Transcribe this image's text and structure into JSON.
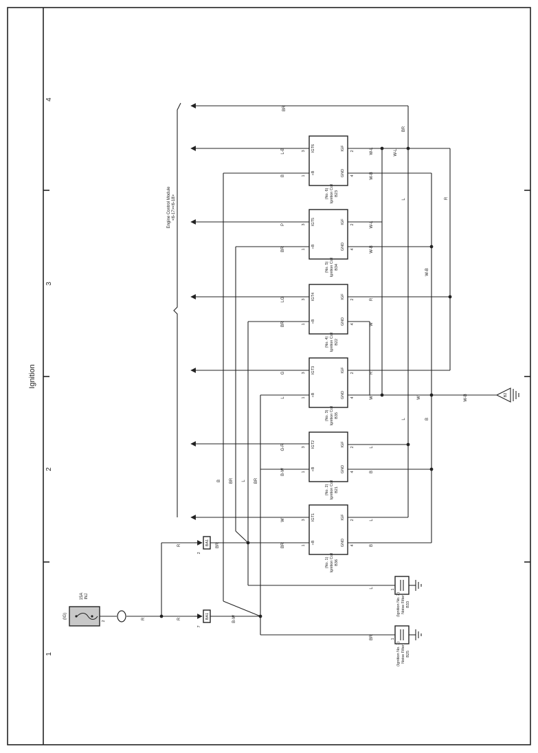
{
  "page": {
    "title": "Ignition",
    "grid_numbers": [
      "1",
      "2",
      "3",
      "4"
    ]
  },
  "ecm": {
    "label": "Engine Control Module",
    "ref": "<6-17><6-18>"
  },
  "fuse": {
    "circuit": "(IG)",
    "rating": "15A",
    "name": "INJ",
    "pin": "2"
  },
  "connectors": [
    {
      "id": "BA1",
      "pin": "2",
      "wire": "R"
    },
    {
      "id": "BA1",
      "pin": "7",
      "wire": "R"
    }
  ],
  "coils": [
    {
      "ref": "B36",
      "name": "Ignition Coil",
      "no": "(No. 1)",
      "pin_b": "+B",
      "pin_igt": "IGT1",
      "pin_gnd": "GND",
      "pin_igf": "IGF",
      "n1": "1",
      "n3": "3",
      "n4": "4",
      "n2": "2",
      "w_b": "BR",
      "w_igt": "W",
      "w_gnd": "B",
      "w_igf": "L"
    },
    {
      "ref": "B21",
      "name": "Ignition Coil",
      "no": "(No. 2)",
      "pin_b": "+B",
      "pin_igt": "IGT2",
      "pin_gnd": "GND",
      "pin_igf": "IGF",
      "n1": "1",
      "n3": "3",
      "n4": "4",
      "n2": "2",
      "w_b": "B-W",
      "w_igt": "G-R",
      "w_gnd": "B",
      "w_igf": "L"
    },
    {
      "ref": "B35",
      "name": "Ignition Coil",
      "no": "(No. 3)",
      "pin_b": "+B",
      "pin_igt": "IGT3",
      "pin_gnd": "GND",
      "pin_igf": "IGF",
      "n1": "1",
      "n3": "3",
      "n4": "4",
      "n2": "2",
      "w_b": "L",
      "w_igt": "G",
      "w_gnd": "W",
      "w_igf": "R"
    },
    {
      "ref": "B22",
      "name": "Ignition Coil",
      "no": "(No. 4)",
      "pin_b": "+B",
      "pin_igt": "IGT4",
      "pin_gnd": "GND",
      "pin_igf": "IGF",
      "n1": "1",
      "n3": "3",
      "n4": "4",
      "n2": "2",
      "w_b": "BR",
      "w_igt": "LG",
      "w_gnd": "W",
      "w_igf": "R"
    },
    {
      "ref": "B34",
      "name": "Ignition Coil",
      "no": "(No. 5)",
      "pin_b": "+B",
      "pin_igt": "IGT5",
      "pin_gnd": "GND",
      "pin_igf": "IGF",
      "n1": "1",
      "n3": "3",
      "n4": "4",
      "n2": "2",
      "w_b": "BR",
      "w_igt": "P",
      "w_gnd": "W-B",
      "w_igf": "W-L"
    },
    {
      "ref": "B23",
      "name": "Ignition Coil",
      "no": "(No. 6)",
      "pin_b": "+B",
      "pin_igt": "IGT6",
      "pin_gnd": "GND",
      "pin_igf": "IGF",
      "n1": "1",
      "n3": "3",
      "n4": "4",
      "n2": "2",
      "w_b": "B",
      "w_igt": "L-B",
      "w_gnd": "W-B",
      "w_igf": "W-L"
    }
  ],
  "noise_filters": [
    {
      "ref": "B25",
      "name": "Noise Filter",
      "sub": "(Ignition No. 1)",
      "pin": "1",
      "wire": "BR"
    },
    {
      "ref": "B33",
      "name": "Noise Filter",
      "sub": "(Ignition No. 2)",
      "pin": "1",
      "wire": "L"
    }
  ],
  "ground": {
    "id": "B2"
  },
  "wire_labels": {
    "top_br": "BR",
    "v_br": "BR",
    "igf_wl": "W-L",
    "v_l_upper": "L",
    "v_r": "R",
    "v_wb": "W-B",
    "v_l_lower": "L",
    "v_b": "B",
    "main_wb": "W-B",
    "w_short": "W",
    "fuse_r": "R",
    "conn_r": "R",
    "split_br": "BR",
    "split_bw": "B-W",
    "bus_b": "B",
    "bus_br1": "BR",
    "bus_l": "L",
    "bus_br2": "BR"
  },
  "colors": {
    "line": "#222222",
    "fuse_fill": "#c8c8c8"
  }
}
